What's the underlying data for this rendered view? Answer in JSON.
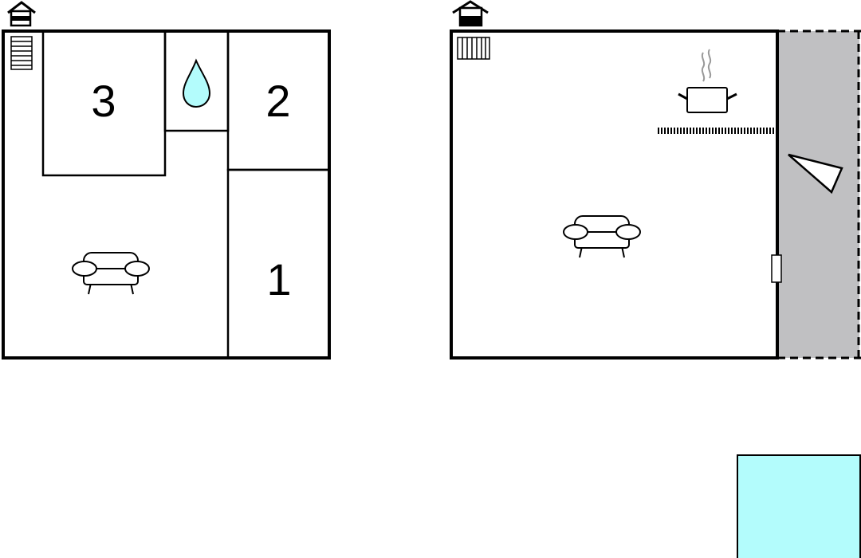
{
  "floors": [
    {
      "rooms": [
        {
          "id": "bedroom-3",
          "number": "3"
        },
        {
          "id": "bedroom-2",
          "number": "2"
        },
        {
          "id": "bedroom-1",
          "number": "1"
        }
      ],
      "icons": [
        "entrance-icon",
        "radiator-icon",
        "bathroom-water-drop-icon",
        "living-sofa-icon"
      ]
    },
    {
      "rooms": [],
      "icons": [
        "entrance-icon",
        "radiator-icon",
        "cooking-pot-icon",
        "kitchen-counter",
        "living-sofa-icon",
        "fireplace-icon",
        "door-icon"
      ],
      "terrace": {
        "pattern": "dashed",
        "color": "#c0c0c2"
      }
    }
  ],
  "pool": {
    "color": "#b3fcfc"
  },
  "colors": {
    "wall": "#000000",
    "water": "#b3fcfc",
    "terrace": "#c0c0c2"
  }
}
